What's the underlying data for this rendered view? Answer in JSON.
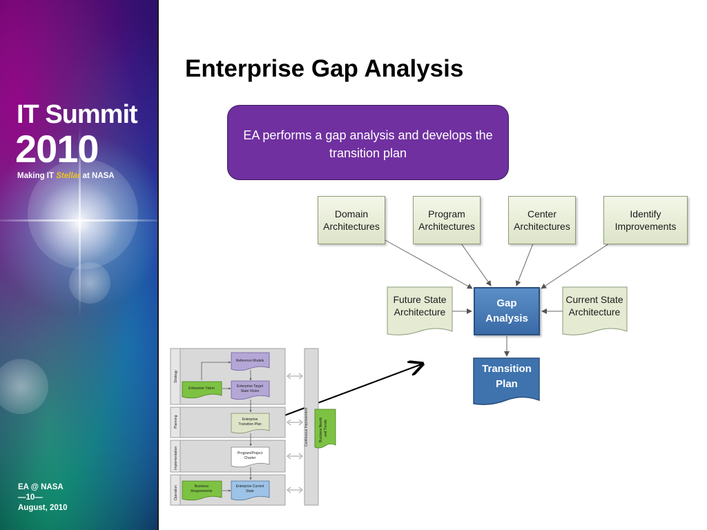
{
  "banner": {
    "logo_title": "IT Summit",
    "logo_year": "2010",
    "tagline_prefix": "Making IT ",
    "tagline_highlight": "Stellar",
    "tagline_suffix": " at NASA",
    "footer": {
      "line1": "EA @ NASA",
      "line2": "—10—",
      "line3": "August, 2010"
    }
  },
  "slide": {
    "title": "Enterprise Gap Analysis",
    "callout": "EA performs a gap analysis and develops the transition plan"
  },
  "diagram": {
    "inputs": [
      {
        "line1": "Domain",
        "line2": "Architectures"
      },
      {
        "line1": "Program",
        "line2": "Architectures"
      },
      {
        "line1": "Center",
        "line2": "Architectures"
      },
      {
        "line1": "Identify",
        "line2": "Improvements"
      }
    ],
    "future_state": {
      "line1": "Future State",
      "line2": "Architecture"
    },
    "current_state": {
      "line1": "Current State",
      "line2": "Architecture"
    },
    "gap_analysis": {
      "line1": "Gap",
      "line2": "Analysis"
    },
    "transition_plan": {
      "line1": "Transition",
      "line2": "Plan"
    }
  },
  "process": {
    "lanes": [
      "Strategy",
      "Planning",
      "Implementation",
      "Operation"
    ],
    "continuous_lane": "Continuous Improvement",
    "nodes": {
      "reference_models": "Reference Models",
      "enterprise_vision": "Enterprise Vision",
      "target_state_1": "Enterprise Target",
      "target_state_2": "State Vision",
      "transition_plan_1": "Enterprise",
      "transition_plan_2": "Transition Plan",
      "charter_1": "Program/Project",
      "charter_2": "Charter",
      "business_req_1": "Business",
      "business_req_2": "Requirements",
      "current_state_1": "Enterprise Current",
      "current_state_2": "State",
      "needs_1": "Business Needs",
      "needs_2": "and Trends"
    }
  },
  "colors": {
    "callout": "#7030a0",
    "gap_box": "#3a6aa6",
    "node_fill": "#dde4c9",
    "mini_green": "#7dc242",
    "mini_purple": "#b4a7d6"
  }
}
